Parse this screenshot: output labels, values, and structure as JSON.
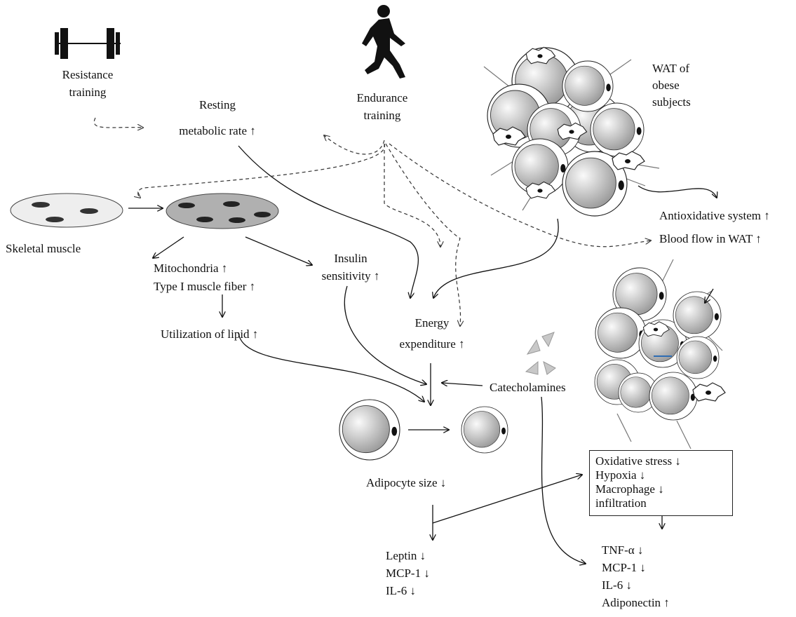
{
  "labels": {
    "resistance_training": [
      "Resistance",
      "training"
    ],
    "resting_metabolic": [
      "Resting",
      "metabolic rate ↑"
    ],
    "endurance_training": [
      "Endurance",
      "training"
    ],
    "wat_obese": [
      "WAT of",
      "obese",
      "subjects"
    ],
    "skeletal_muscle": "Skeletal muscle",
    "mitochondria": "Mitochondria ↑",
    "type1_fiber": "Type I muscle fiber ↑",
    "utilization_lipid": "Utilization of lipid ↑",
    "insulin_sensitivity": [
      "Insulin",
      "sensitivity ↑"
    ],
    "energy_expenditure": [
      "Energy",
      "expenditure ↑"
    ],
    "catecholamines": "Catecholamines",
    "antioxidative": "Antioxidative system ↑",
    "blood_flow": "Blood flow in WAT ↑",
    "adipocyte_size": "Adipocyte size ↓",
    "box_lines": [
      "Oxidative stress ↓",
      "Hypoxia ↓",
      "Macrophage ↓",
      "infiltration"
    ],
    "left_cytokines": [
      "Leptin ↓",
      "MCP-1 ↓",
      "IL-6 ↓"
    ],
    "right_cytokines": [
      "TNF-α ↓",
      "MCP-1 ↓",
      "IL-6 ↓",
      "Adiponectin ↑"
    ]
  },
  "colors": {
    "line": "#111111",
    "dashed": "#333333",
    "cell_fill_light": "#f4f4f4",
    "cell_fill_dark": "#9a9a9a",
    "muscle_healthy": "#eeeeee",
    "muscle_trained": "#b0b0b0",
    "accent_blue": "#2e6db4"
  },
  "icons": [
    "dumbbell-icon",
    "runner-icon"
  ]
}
